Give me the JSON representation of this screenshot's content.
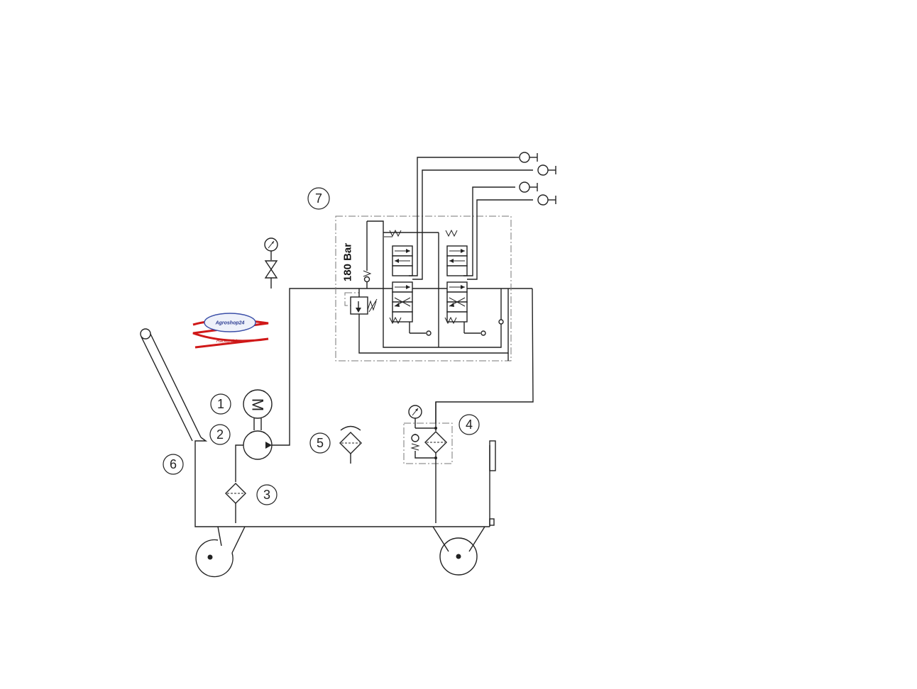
{
  "diagram": {
    "pressure_label": "180 Bar",
    "motor_symbol": "M",
    "callouts": [
      "1",
      "2",
      "3",
      "4",
      "5",
      "6",
      "7"
    ],
    "logo": {
      "brand_text": "Agroshop24",
      "tagline_text": "Hacker dolor",
      "colors": {
        "oval": "#3b4fa8",
        "swoosh": "#d01818"
      }
    },
    "line_color": "#222222"
  }
}
